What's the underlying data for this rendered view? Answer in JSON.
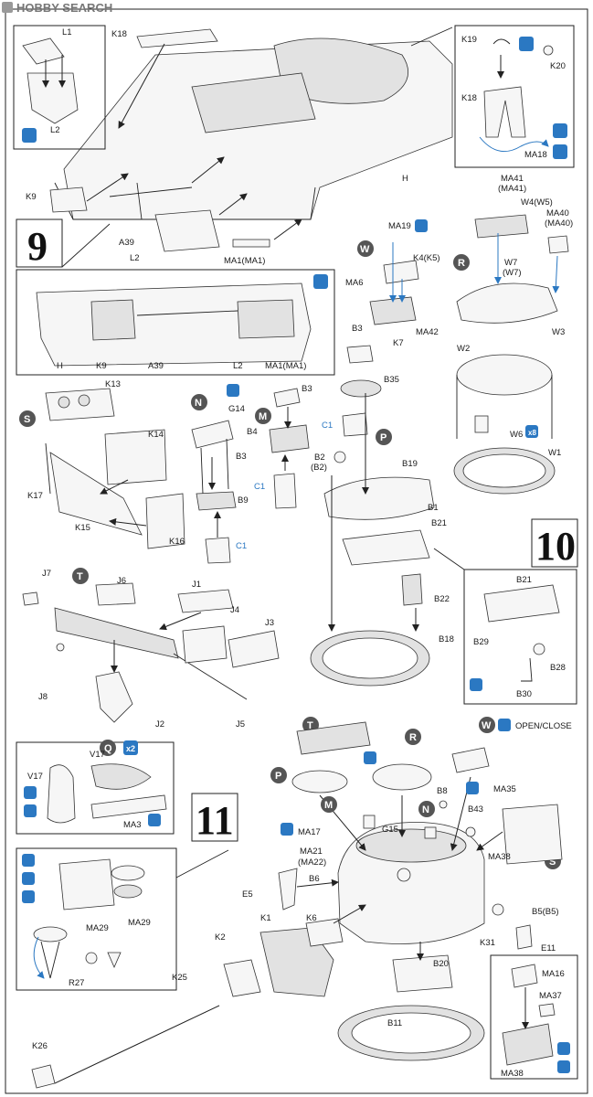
{
  "watermark": "HOBBY SEARCH",
  "steps": {
    "nine": "9",
    "ten": "10",
    "eleven": "11"
  },
  "step_symbols": {
    "S": "S",
    "N": "N",
    "M": "M",
    "W": "W",
    "P": "P",
    "R": "R",
    "T": "T",
    "Q": "Q"
  },
  "multipliers": {
    "x8": "x8",
    "x2": "x2"
  },
  "open_close": "OPEN/CLOSE",
  "step9_labels": {
    "k18": "K18",
    "l1": "L1",
    "l2": "L2",
    "k9": "K9",
    "a39": "A39",
    "l2b": "L2",
    "ma1": "MA1(MA1)",
    "h": "H",
    "k19": "K19",
    "k20": "K20",
    "k18b": "K18",
    "ma18": "MA18",
    "h2": "H",
    "k9b": "K9",
    "a39b": "A39",
    "l2c": "L2",
    "ma1b": "MA1(MA1)"
  },
  "step10_labels": {
    "k13": "K13",
    "k14": "K14",
    "k15": "K15",
    "k16": "K16",
    "k17": "K17",
    "g14": "G14",
    "b3": "B3",
    "b3b": "B3",
    "b3c": "B3",
    "b4": "B4",
    "b9": "B9",
    "c1": "C1",
    "c1b": "C1",
    "c1c": "C1",
    "ma19": "MA19",
    "k4": "K4(K5)",
    "ma6": "MA6",
    "k7": "K7",
    "ma42": "MA42",
    "ma41": "MA41",
    "ma41b": "(MA41)",
    "w4": "W4(W5)",
    "ma40": "MA40",
    "ma40b": "(MA40)",
    "w7": "W7",
    "w7b": "(W7)",
    "w3": "W3",
    "w2": "W2",
    "w6": "W6",
    "w1": "W1",
    "b35": "B35",
    "b2": "B2",
    "b2b": "(B2)",
    "b19": "B19",
    "b1": "B1",
    "b21": "B21",
    "b22": "B22",
    "b18": "B18",
    "b21b": "B21",
    "b29": "B29",
    "b28": "B28",
    "b30": "B30",
    "j7": "J7",
    "j6": "J6",
    "j1": "J1",
    "j4": "J4",
    "j3": "J3",
    "j8": "J8",
    "j2": "J2",
    "j5": "J5"
  },
  "step11_labels": {
    "v17": "V17",
    "v17b": "V17",
    "ma3": "MA3",
    "ma29": "MA29",
    "ma29b": "MA29",
    "r27": "R27",
    "ma17": "MA17",
    "ma21": "MA21",
    "ma22": "(MA22)",
    "g15": "G15",
    "b8": "B8",
    "b43": "B43",
    "ma35": "MA35",
    "ma38": "MA38",
    "b6": "B6",
    "e5": "E5",
    "k1": "K1",
    "k6": "K6",
    "k2": "K2",
    "k25": "K25",
    "k26": "K26",
    "b5": "B5(B5)",
    "e11": "E11",
    "k31": "K31",
    "b20": "B20",
    "b11": "B11",
    "ma16": "MA16",
    "ma37": "MA37",
    "ma38b": "MA38"
  }
}
